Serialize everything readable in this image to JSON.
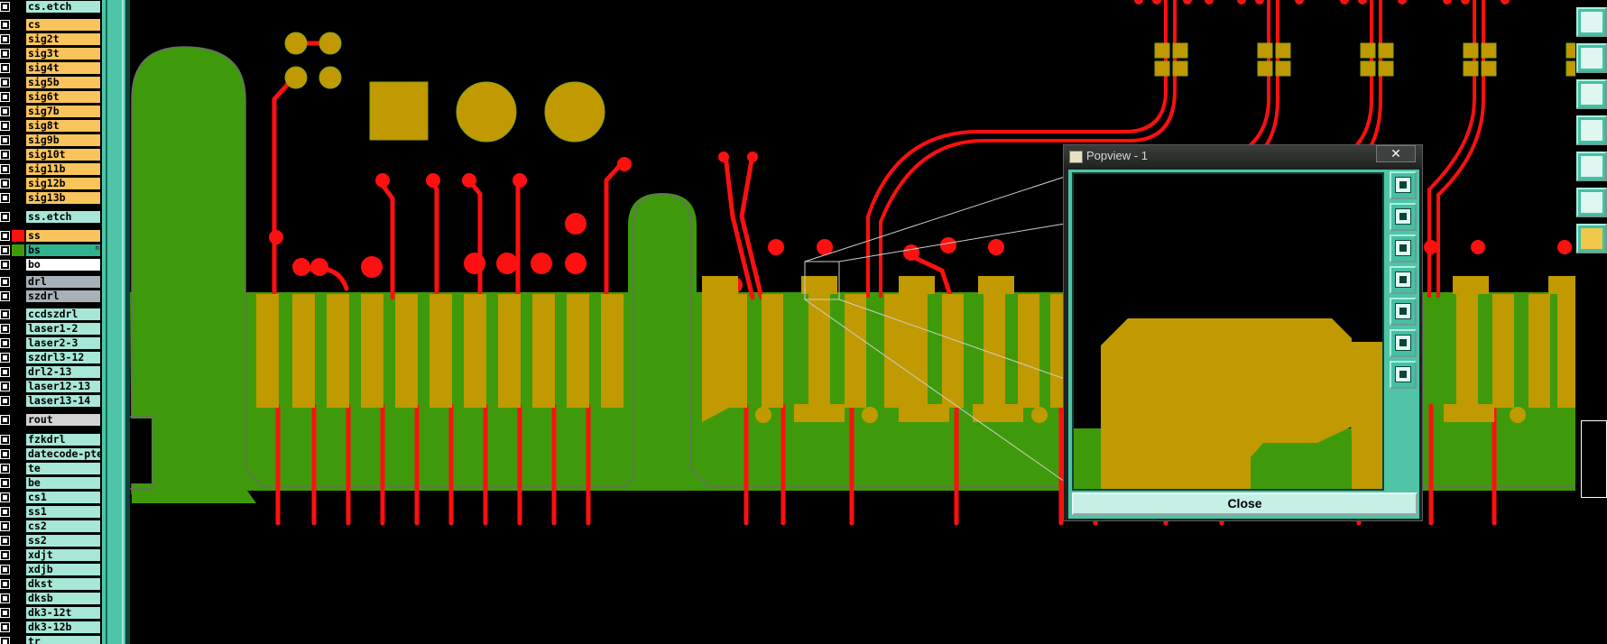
{
  "layers": [
    {
      "name": "cs.etch",
      "bg": "#a7e7d8",
      "swatch": null
    },
    {
      "name": "cs",
      "bg": "#f9c45c",
      "swatch": null
    },
    {
      "name": "sig2t",
      "bg": "#f9c45c",
      "swatch": null
    },
    {
      "name": "sig3t",
      "bg": "#f9c45c",
      "swatch": null
    },
    {
      "name": "sig4t",
      "bg": "#f9c45c",
      "swatch": null
    },
    {
      "name": "sig5b",
      "bg": "#f9c45c",
      "swatch": null
    },
    {
      "name": "sig6t",
      "bg": "#f9c45c",
      "swatch": null
    },
    {
      "name": "sig7b",
      "bg": "#f9c45c",
      "swatch": null
    },
    {
      "name": "sig8t",
      "bg": "#f9c45c",
      "swatch": null
    },
    {
      "name": "sig9b",
      "bg": "#f9c45c",
      "swatch": null
    },
    {
      "name": "sig10t",
      "bg": "#f9c45c",
      "swatch": null
    },
    {
      "name": "sig11b",
      "bg": "#f9c45c",
      "swatch": null
    },
    {
      "name": "sig12b",
      "bg": "#f9c45c",
      "swatch": null
    },
    {
      "name": "sig13b",
      "bg": "#f9c45c",
      "swatch": null
    },
    {
      "name": "ss.etch",
      "bg": "#a7e7d8",
      "swatch": null
    },
    {
      "name": "ss",
      "bg": "#f9c45c",
      "swatch": "#ff1010"
    },
    {
      "name": "bs",
      "bg": "#2fb38e",
      "swatch": "#3f9a0a",
      "mark": "m"
    },
    {
      "name": "bo",
      "bg": "#ffffff",
      "swatch": null
    },
    {
      "name": "drl",
      "bg": "#a9b1b8",
      "swatch": null
    },
    {
      "name": "szdrl",
      "bg": "#a9b1b8",
      "swatch": null
    },
    {
      "name": "ccdszdrl",
      "bg": "#a7e7d8",
      "swatch": null
    },
    {
      "name": "laser1-2",
      "bg": "#a7e7d8",
      "swatch": null
    },
    {
      "name": "laser2-3",
      "bg": "#a7e7d8",
      "swatch": null
    },
    {
      "name": "szdrl3-12",
      "bg": "#a7e7d8",
      "swatch": null
    },
    {
      "name": "drl2-13",
      "bg": "#a7e7d8",
      "swatch": null
    },
    {
      "name": "laser12-13",
      "bg": "#a7e7d8",
      "swatch": null
    },
    {
      "name": "laser13-14",
      "bg": "#a7e7d8",
      "swatch": null
    },
    {
      "name": "rout",
      "bg": "#d2d2d2",
      "swatch": null
    },
    {
      "name": "fzkdrl",
      "bg": "#a7e7d8",
      "swatch": null
    },
    {
      "name": "datecode-pte",
      "bg": "#a7e7d8",
      "swatch": null
    },
    {
      "name": "te",
      "bg": "#a7e7d8",
      "swatch": null
    },
    {
      "name": "be",
      "bg": "#a7e7d8",
      "swatch": null
    },
    {
      "name": "cs1",
      "bg": "#a7e7d8",
      "swatch": null
    },
    {
      "name": "ss1",
      "bg": "#a7e7d8",
      "swatch": null
    },
    {
      "name": "cs2",
      "bg": "#a7e7d8",
      "swatch": null
    },
    {
      "name": "ss2",
      "bg": "#a7e7d8",
      "swatch": null
    },
    {
      "name": "xdjt",
      "bg": "#a7e7d8",
      "swatch": null
    },
    {
      "name": "xdjb",
      "bg": "#a7e7d8",
      "swatch": null
    },
    {
      "name": "dkst",
      "bg": "#a7e7d8",
      "swatch": null
    },
    {
      "name": "dksb",
      "bg": "#a7e7d8",
      "swatch": null
    },
    {
      "name": "dk3-12t",
      "bg": "#a7e7d8",
      "swatch": null
    },
    {
      "name": "dk3-12b",
      "bg": "#a7e7d8",
      "swatch": null
    },
    {
      "name": "tr",
      "bg": "#a7e7d8",
      "swatch": null
    }
  ],
  "popup": {
    "title": "Popview - 1",
    "close_x": "✕",
    "close_label": "Close"
  },
  "colors": {
    "copper": "#c09a00",
    "trace": "#ff1010",
    "soldermask": "#3e9a0a",
    "ui_teal": "#4fc4a7"
  }
}
